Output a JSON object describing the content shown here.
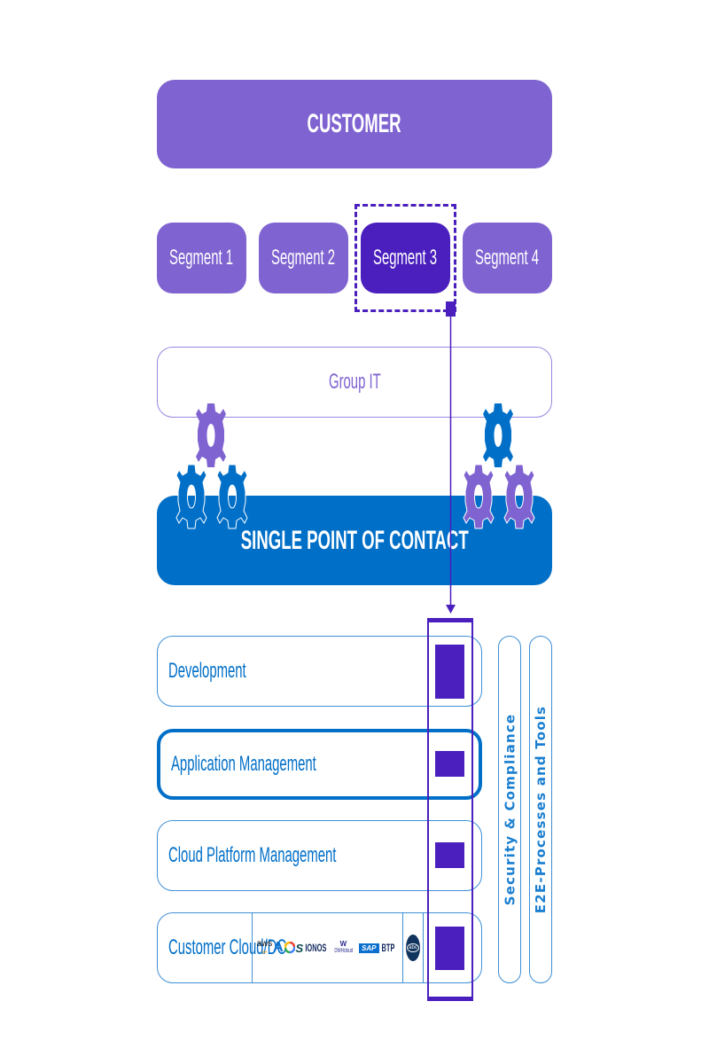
{
  "colors": {
    "purple": "#7f63d1",
    "dark_purple": "#4a1fbd",
    "blue": "#006fc8",
    "light_blue_border": "#3d8fd6"
  },
  "customer": {
    "label": "CUSTOMER"
  },
  "segments": [
    {
      "label": "Segment 1",
      "active": false
    },
    {
      "label": "Segment 2",
      "active": false
    },
    {
      "label": "Segment 3",
      "active": true
    },
    {
      "label": "Segment 4",
      "active": false
    }
  ],
  "group_it": {
    "label": "Group IT"
  },
  "spoc": {
    "label": "SINGLE POINT OF CONTACT"
  },
  "gears": {
    "left": [
      "gear-purple",
      "gear-blue",
      "gear-blue"
    ],
    "right": [
      "gear-blue",
      "gear-purple",
      "gear-purple"
    ]
  },
  "layers": [
    {
      "label": "Development",
      "highlighted": false
    },
    {
      "label": "Application Management",
      "highlighted": true
    },
    {
      "label": "Cloud Platform Management",
      "highlighted": false
    },
    {
      "label": "Customer Cloud/DC",
      "highlighted": false
    }
  ],
  "providers": [
    "aws",
    "A",
    "Google Cloud",
    "S",
    "IONOS",
    "DWHcloud",
    "SAP",
    "BTP",
    "abc"
  ],
  "side_pillars": [
    "Security & Compliance",
    "E2E-Processes and Tools"
  ]
}
